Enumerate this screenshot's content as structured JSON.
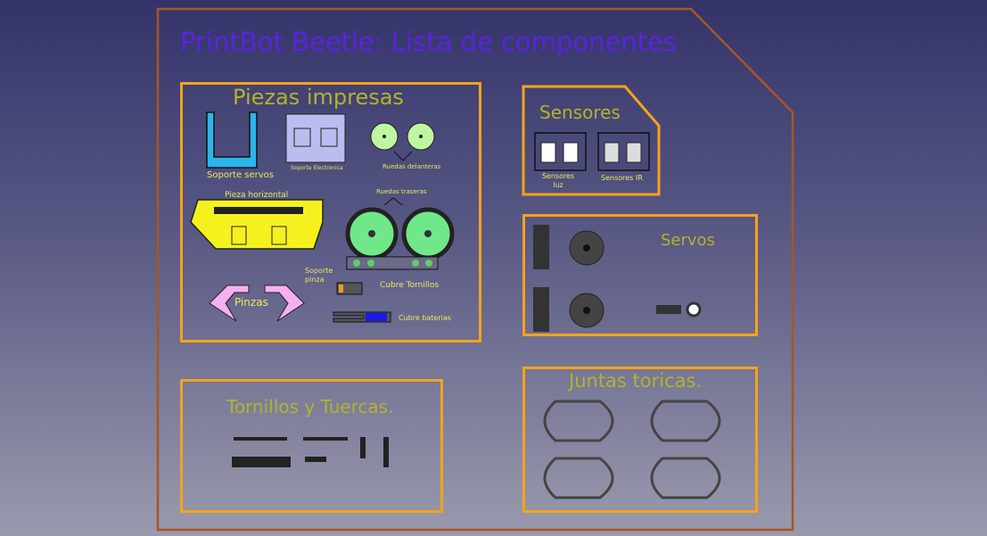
{
  "title": "PrintBot Beetle: Lista de componentes",
  "sections": {
    "printed": {
      "title": "Piezas impresas",
      "labels": {
        "servo_mount": "Soporte servos",
        "electronics_mount": "Soporte Electronica",
        "front_wheels": "Ruedas delanteras",
        "horizontal": "Pieza horizontal",
        "rear_wheels": "Ruedas traseras",
        "gripper_mount": "Soporte pinza",
        "screw_cover": "Cubre Tornillos",
        "grippers": "Pinzas",
        "battery_cover": "Cubre baterias"
      }
    },
    "sensors": {
      "title": "Sensores",
      "labels": {
        "light": "Sensores luz",
        "ir": "Sensores IR"
      }
    },
    "servos": {
      "title": "Servos"
    },
    "screws": {
      "title": "Tornillos y Tuercas."
    },
    "orings": {
      "title": "Juntas toricas."
    }
  },
  "colors": {
    "frame": "#a8561f",
    "box": "#f7a21b",
    "title": "#5b22e0",
    "section": "#b3b32a"
  }
}
